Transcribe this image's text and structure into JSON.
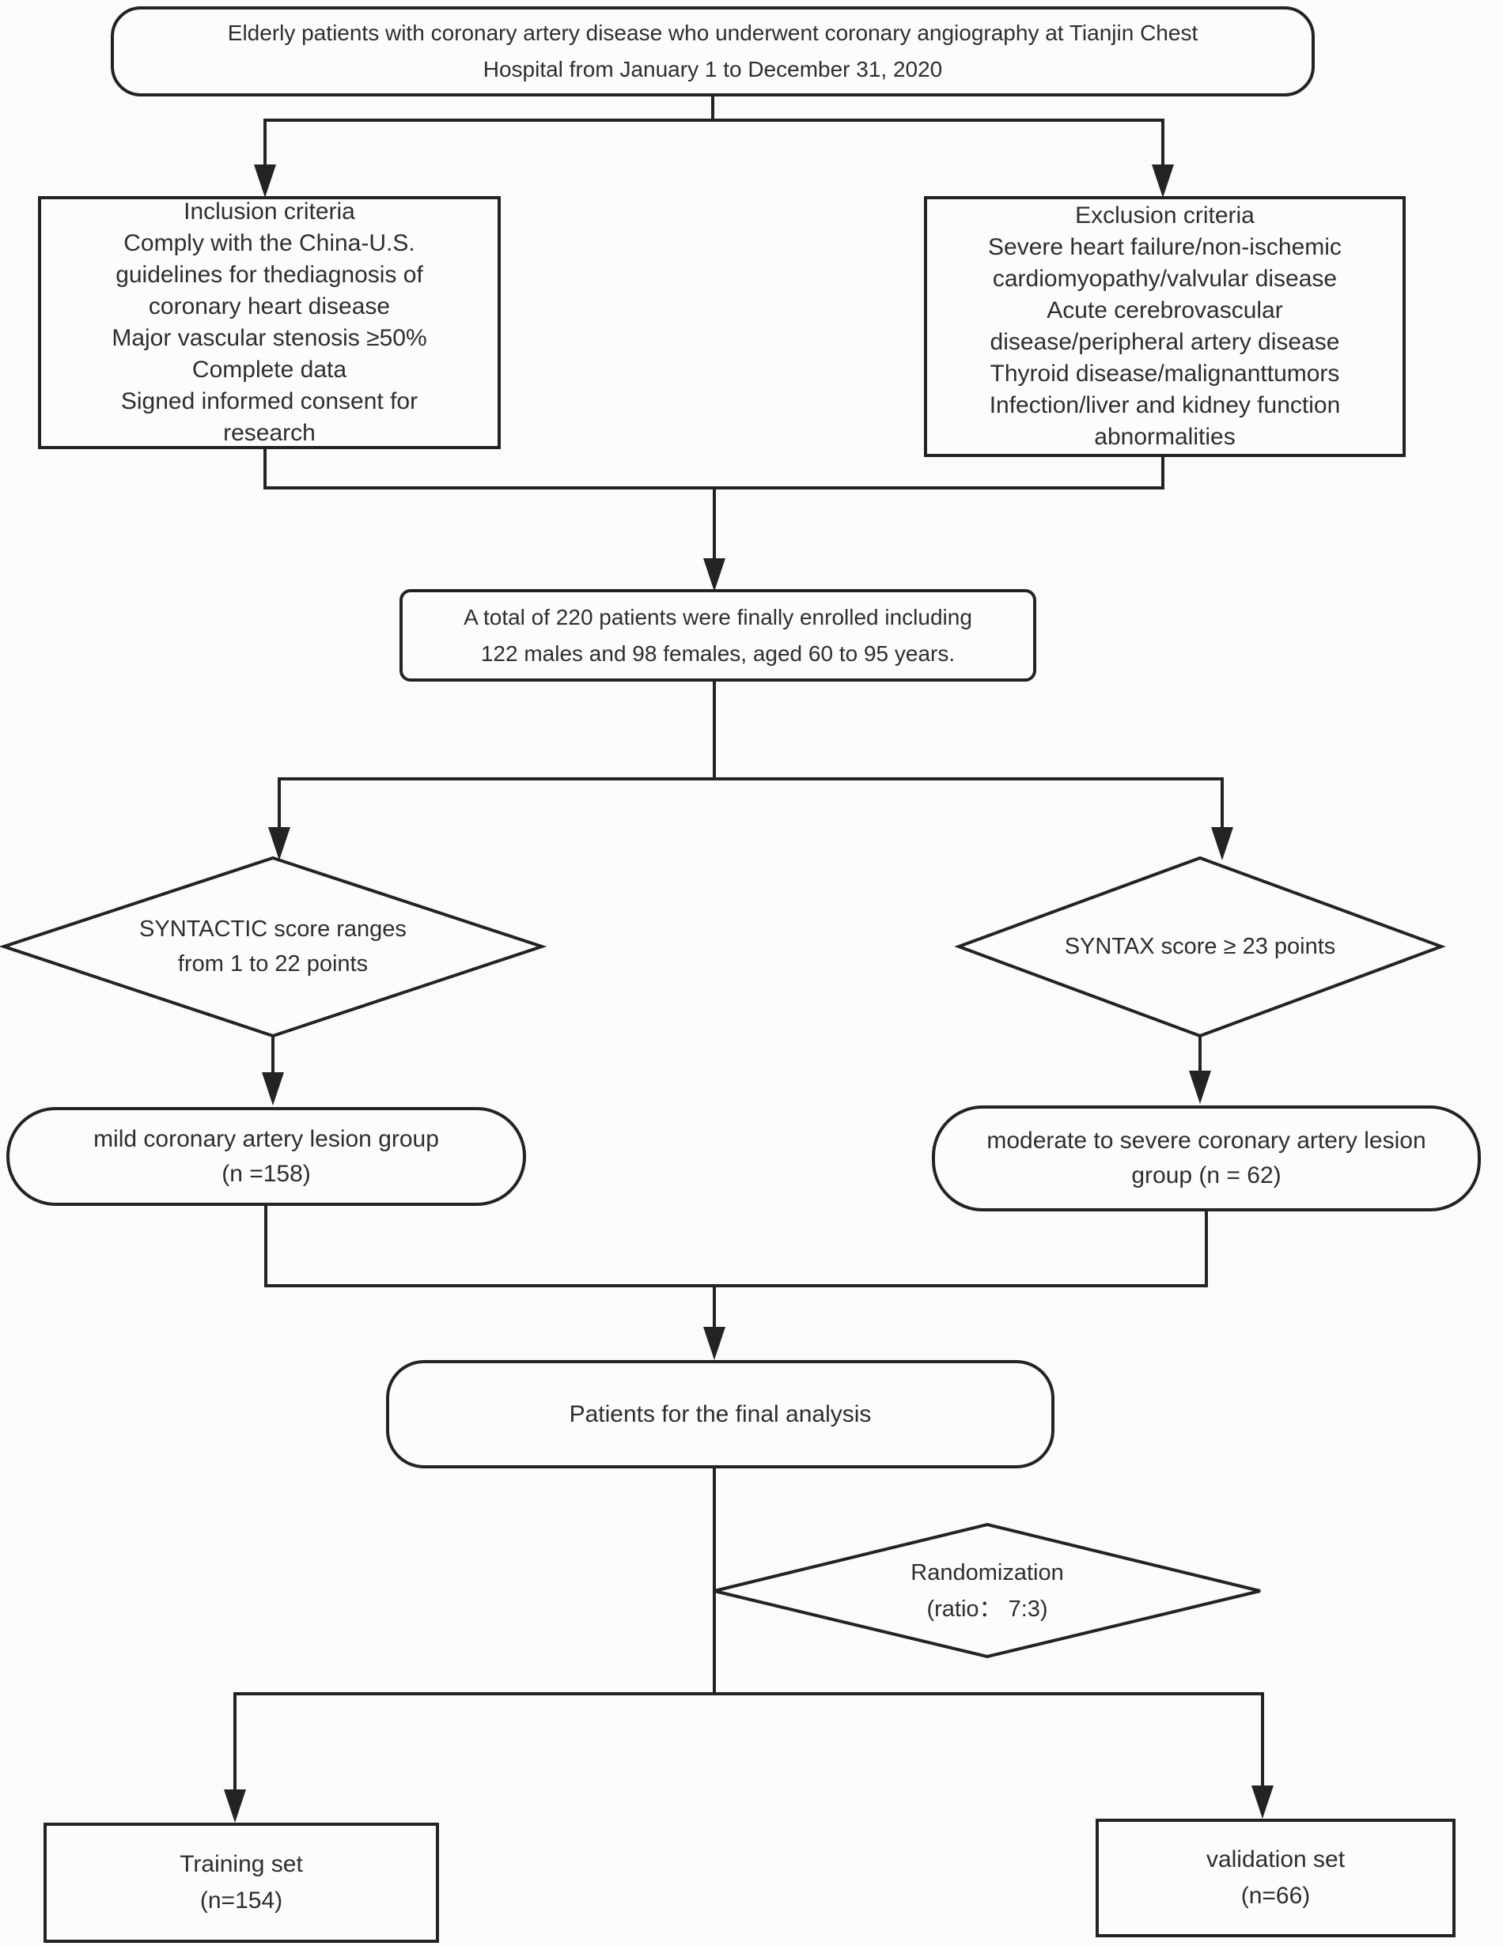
{
  "flowchart": {
    "nodes": {
      "source": {
        "text": "Elderly patients with coronary artery disease who underwent coronary angiography at Tianjin Chest\nHospital from January 1 to December 31, 2020"
      },
      "inclusion": {
        "text": "Inclusion criteria\nComply with the China-U.S.\nguidelines for thediagnosis of\ncoronary heart disease\nMajor vascular stenosis ≥50%\nComplete data\nSigned informed consent for\nresearch"
      },
      "exclusion": {
        "text": "Exclusion criteria\nSevere heart failure/non-ischemic\ncardiomyopathy/valvular disease\nAcute cerebrovascular\ndisease/peripheral artery disease\nThyroid disease/malignanttumors\nInfection/liver and kidney function\nabnormalities"
      },
      "enrolled": {
        "text": "A total of 220 patients were finally enrolled including\n122 males and 98 females, aged 60 to 95 years."
      },
      "syntax_low": {
        "text": "SYNTACTIC score ranges\nfrom 1 to 22 points"
      },
      "syntax_high": {
        "text": "SYNTAX score ≥ 23 points"
      },
      "mild_group": {
        "text": "mild coronary artery lesion group\n(n =158)"
      },
      "moderate_group": {
        "text": "moderate to severe coronary artery lesion\ngroup (n = 62)"
      },
      "final_analysis": {
        "text": "Patients for the final analysis"
      },
      "randomization": {
        "text": "Randomization\n(ratio： 7:3)"
      },
      "training_set": {
        "text": "Training set\n(n=154)"
      },
      "validation_set": {
        "text": "validation set\n(n=66)"
      }
    },
    "colors": {
      "line": "#232323",
      "box_fill": "#fcfcfc",
      "text": "#2e2e2e",
      "background": "#fbfbfb"
    }
  }
}
